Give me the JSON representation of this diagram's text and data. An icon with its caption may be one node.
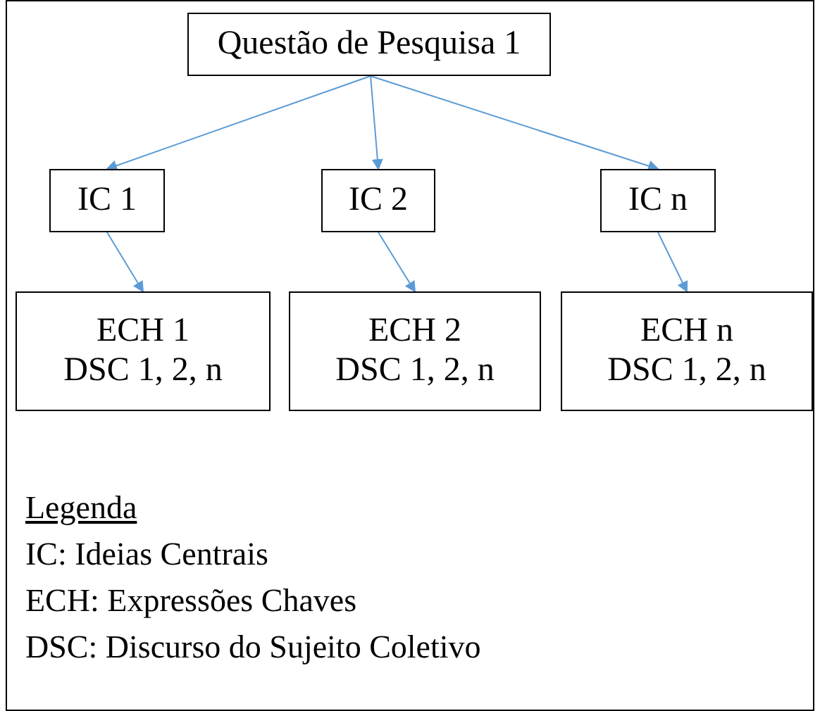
{
  "diagram": {
    "nodes": [
      {
        "text": [
          "Questão de Pesquisa 1"
        ]
      },
      {
        "text": [
          "IC 1"
        ]
      },
      {
        "text": [
          "IC 2"
        ]
      },
      {
        "text": [
          "IC n"
        ]
      },
      {
        "text": [
          "ECH 1",
          "DSC 1, 2, n"
        ]
      },
      {
        "text": [
          "ECH 2",
          "DSC 1, 2, n"
        ]
      },
      {
        "text": [
          "ECH n",
          "DSC 1, 2, n"
        ]
      }
    ],
    "edges": [
      {
        "from": 0,
        "to": 1,
        "arrow": "to"
      },
      {
        "from": 0,
        "to": 2,
        "arrow": "to"
      },
      {
        "from": 0,
        "to": 3,
        "arrow": "to"
      },
      {
        "from": 1,
        "to": 4,
        "arrow": "to"
      },
      {
        "from": 2,
        "to": 5,
        "arrow": "to"
      },
      {
        "from": 3,
        "to": 6,
        "arrow": "to"
      }
    ],
    "labels": [
      "Legenda",
      "IC: Ideias Centrais",
      "ECH: Expressões Chaves",
      "DSC: Discurso do Sujeito Coletivo"
    ]
  }
}
